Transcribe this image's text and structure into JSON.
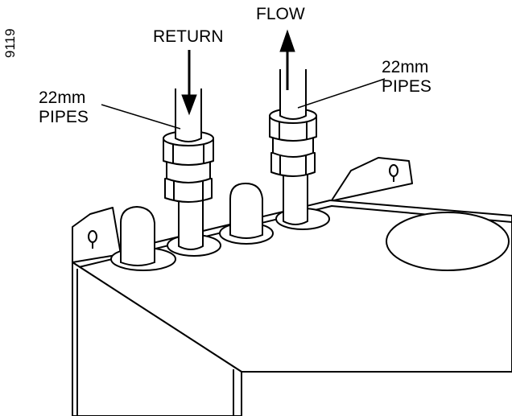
{
  "figure_code": "9119",
  "labels": {
    "return": "RETURN",
    "flow": "FLOW",
    "pipes_left_line1": "22mm",
    "pipes_left_line2": "PIPES",
    "pipes_right_line1": "22mm",
    "pipes_right_line2": "PIPES"
  },
  "colors": {
    "line": "#000000",
    "fill": "#ffffff",
    "top_panel": "#ffffff"
  }
}
